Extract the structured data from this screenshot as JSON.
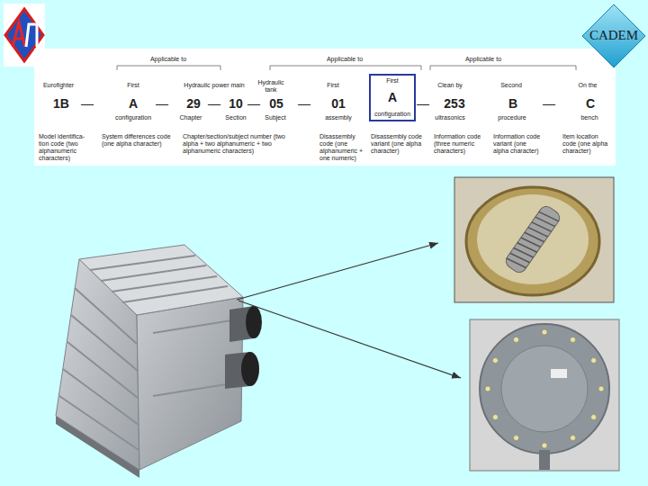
{
  "diagram": {
    "nodes": [
      {
        "text": [
          "CADEM"
        ]
      },
      {
        "text": [
          "First",
          "A",
          "configuration"
        ]
      }
    ],
    "labels": [
      "Applicable to",
      "Applicable to",
      "Applicable to",
      "Eurofighter",
      "First",
      "Hydraulic power main",
      "Hydraulic tank",
      "First",
      "Clean by",
      "Second",
      "On the",
      "1B",
      "—",
      "A",
      "—",
      "29",
      "—",
      "10",
      "—",
      "05",
      "—",
      "01",
      "—",
      "253",
      "B",
      "—",
      "C",
      "configuration",
      "Chapter",
      "Section",
      "Subject",
      "assembly",
      "ultrasonics",
      "procedure",
      "bench",
      "Model identifica- tion code (two alphanumeric characters)",
      "System differences code (one alpha character)",
      "Chapter/section/subject number (two alpha + two alphanumeric + two alphanumeric characters)",
      "Disassembly code (one alphanumeric + one numeric)",
      "Disassembly code variant (one alpha character)",
      "Information code (three numeric characters)",
      "Information code variant (one alpha character)",
      "Item location code (one alpha character)"
    ]
  }
}
